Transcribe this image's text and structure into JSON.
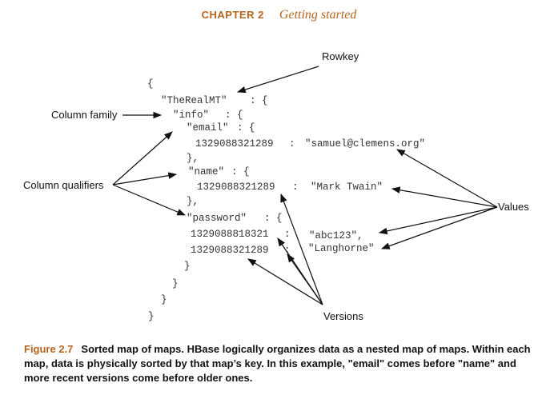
{
  "header": {
    "chapter": "CHAPTER 2",
    "section": "Getting started"
  },
  "diagram": {
    "labels": {
      "rowkey": "Rowkey",
      "column_family": "Column family",
      "column_qualifiers": "Column qualifiers",
      "values": "Values",
      "versions": "Versions"
    },
    "code_lines": [
      "{",
      "\"TheRealMT\"",
      ": {",
      "\"info\"",
      ": {",
      "\"email\"",
      ": {",
      "1329088321289",
      ":",
      "\"samuel@clemens.org\"",
      "},",
      "\"name\"",
      ": {",
      "1329088321289",
      ":",
      "\"Mark Twain\"",
      "},",
      "\"password\"",
      ": {",
      "1329088818321",
      ":",
      "\"abc123\",",
      "1329088321289",
      ":",
      "\"Langhorne\"",
      "}",
      "}",
      "}",
      "}"
    ]
  },
  "caption": {
    "figure": "Figure 2.7",
    "text": "Sorted map of maps. HBase logically organizes data as a nested map of maps. Within each map, data is physically sorted by that map’s key. In this example, \"email\" comes before \"name\" and more recent versions come before older ones."
  }
}
